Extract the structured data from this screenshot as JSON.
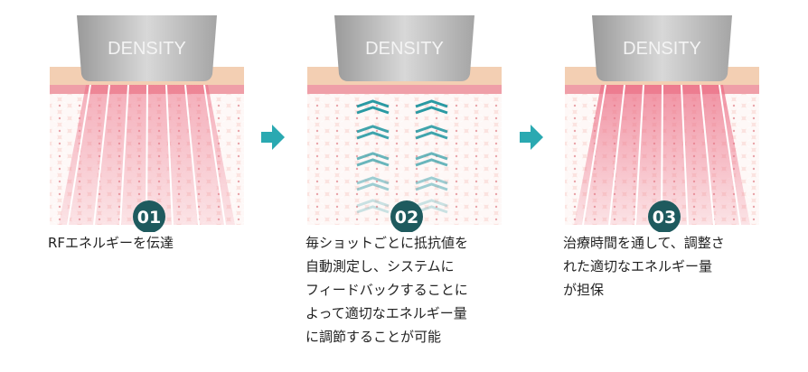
{
  "device_label": "DENSITY",
  "colors": {
    "teal": "#1e5a5e",
    "arrow": "#2aa9b1",
    "skin_top": "#f3cfb3",
    "skin_band": "#ef9fa8",
    "cell_bg": "#fbe3e0",
    "rf": "#ec6f86",
    "chevron": "#2a9aa3"
  },
  "steps": [
    {
      "number": "01",
      "lines": [
        "RFエネルギーを伝達"
      ]
    },
    {
      "number": "02",
      "lines": [
        "毎ショットごとに抵抗値を",
        "自動測定し、システムに",
        "フィードバックすることに",
        "よって適切なエネルギー量",
        "に調節することが可能"
      ]
    },
    {
      "number": "03",
      "lines": [
        "治療時間を通して、調整さ",
        "れた適切なエネルギー量",
        "が担保"
      ]
    }
  ],
  "arrow_icon": "right-arrow-icon"
}
